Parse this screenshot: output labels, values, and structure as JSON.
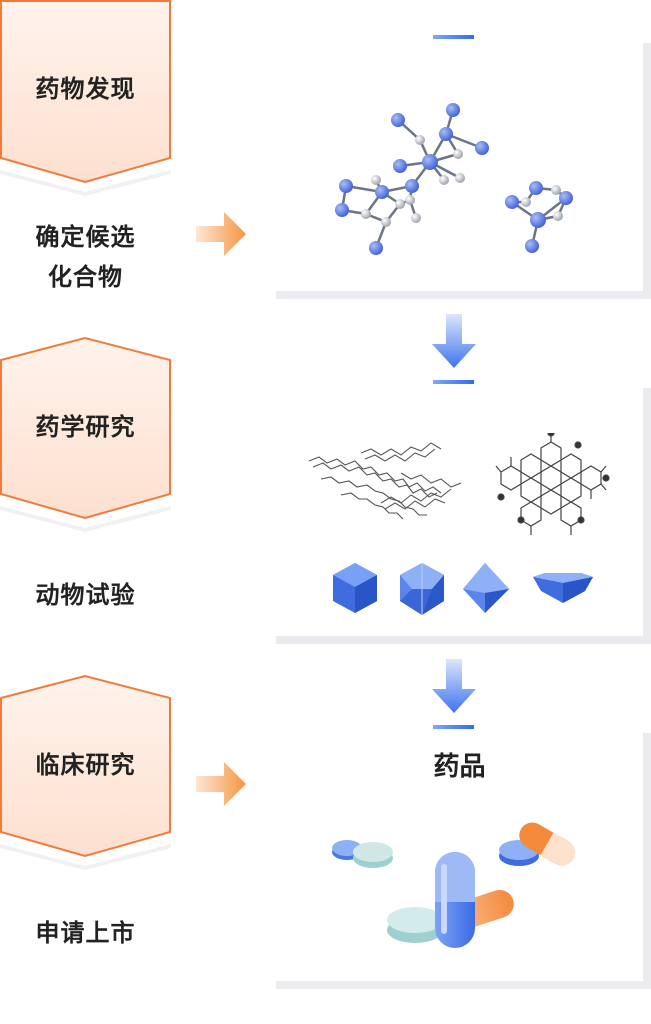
{
  "steps": [
    {
      "label": "药物发现",
      "highlight": true
    },
    {
      "label": "确定候选化合物",
      "line1": "确定候选",
      "line2": "化合物",
      "highlight": false
    },
    {
      "label": "药学研究",
      "highlight": true
    },
    {
      "label": "动物试验",
      "highlight": false
    },
    {
      "label": "临床研究",
      "highlight": true
    },
    {
      "label": "申请上市",
      "highlight": false
    }
  ],
  "cards": {
    "molecule_card": {
      "icon": "molecule-illustration"
    },
    "crystal_card": {
      "icon": "crystal-structure-illustration"
    },
    "drug_card": {
      "title": "药品",
      "icon": "pills-illustration"
    }
  },
  "colors": {
    "highlight_fill": "#fde5d8",
    "highlight_border": "#f37a3a",
    "arrow_orange": "#f5a15d",
    "accent_blue": "#3d74ef",
    "card_shadow": "#ececf0"
  }
}
